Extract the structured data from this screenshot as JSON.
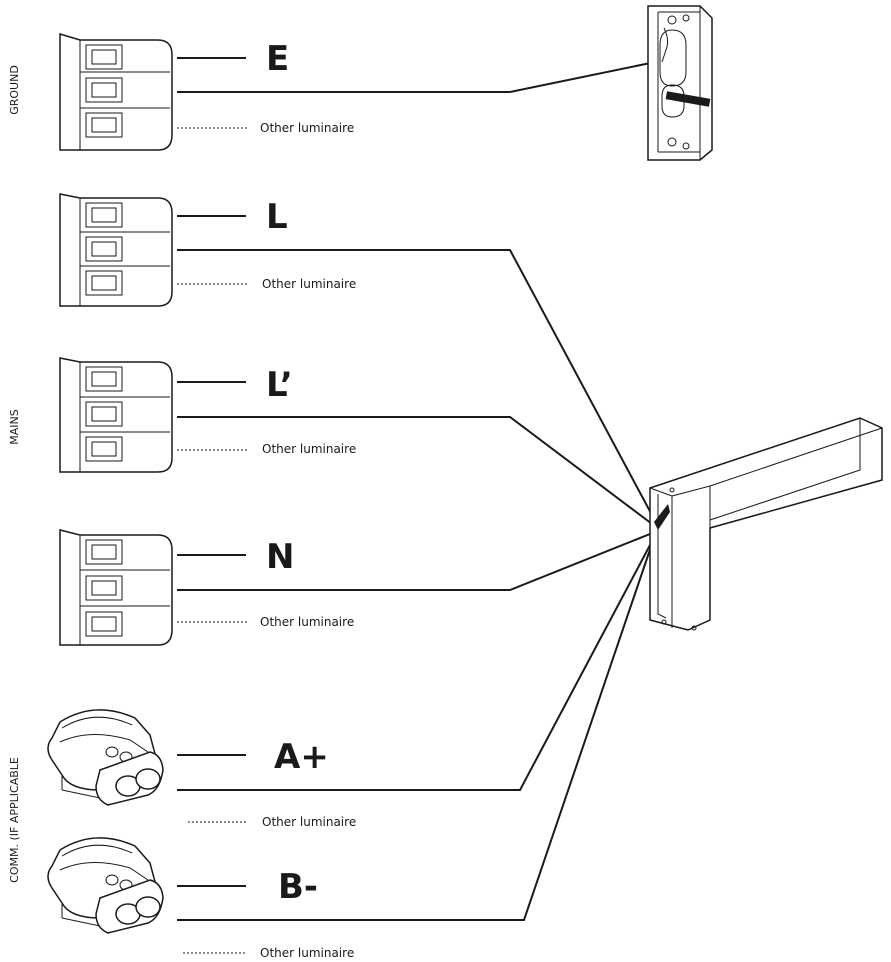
{
  "side_labels": {
    "ground": "GROUND",
    "mains": "MAINS",
    "comm": "COMM. (IF APPLICABLE"
  },
  "connectors": [
    {
      "label": "E",
      "other": "Other luminaire"
    },
    {
      "label": "L",
      "other": "Other luminaire"
    },
    {
      "label": "L’",
      "other": "Other luminaire"
    },
    {
      "label": "N",
      "other": "Other luminaire"
    },
    {
      "label": "A+",
      "other": "Other luminaire"
    },
    {
      "label": "B-",
      "other": "Other luminaire"
    }
  ]
}
